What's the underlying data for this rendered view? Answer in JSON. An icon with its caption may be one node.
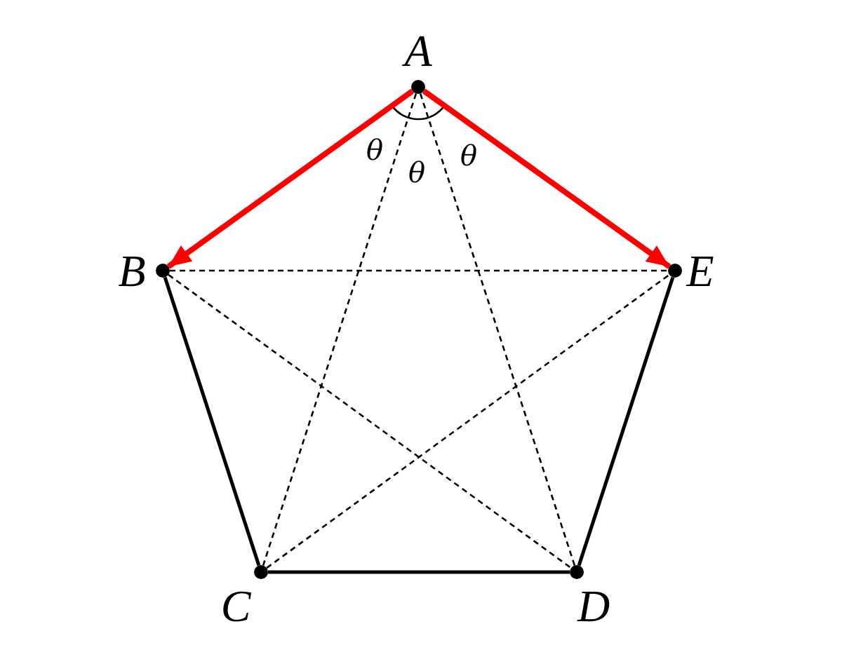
{
  "diagram": {
    "nodes": [
      {
        "text": [
          "A"
        ]
      },
      {
        "text": [
          "B"
        ]
      },
      {
        "text": [
          "C"
        ]
      },
      {
        "text": [
          "D"
        ]
      },
      {
        "text": [
          "E"
        ]
      }
    ],
    "edges": [
      {
        "from": 0,
        "to": 1,
        "arrow": "to",
        "style": "thick",
        "color": "#ff0000"
      },
      {
        "from": 0,
        "to": 4,
        "arrow": "to",
        "style": "thick",
        "color": "#ff0000"
      },
      {
        "from": 1,
        "to": 2,
        "arrow": "none"
      },
      {
        "from": 2,
        "to": 3,
        "arrow": "none"
      },
      {
        "from": 3,
        "to": 4,
        "arrow": "none"
      },
      {
        "from": 1,
        "to": 4,
        "arrow": "none",
        "style": "dashed"
      },
      {
        "from": 1,
        "to": 3,
        "arrow": "none",
        "style": "dashed"
      },
      {
        "from": 2,
        "to": 4,
        "arrow": "none",
        "style": "dashed"
      },
      {
        "from": 0,
        "to": 2,
        "arrow": "none",
        "style": "dashed"
      },
      {
        "from": 0,
        "to": 3,
        "arrow": "none",
        "style": "dashed"
      }
    ],
    "labels": [
      "θ",
      "θ",
      "θ"
    ]
  }
}
